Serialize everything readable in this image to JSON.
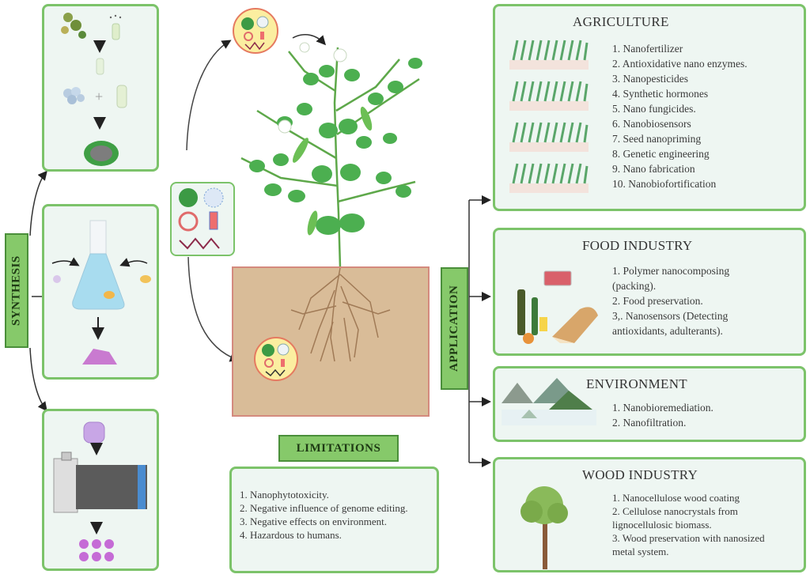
{
  "labels": {
    "synthesis": "SYNTHESIS",
    "application": "APPLICATION",
    "limitations": "LIMITATIONS"
  },
  "synthesis_panels": [
    {
      "name": "biological-synthesis",
      "steps": [
        "plant-extract",
        "salt-solution",
        "mixing",
        "nanoparticle"
      ]
    },
    {
      "name": "chemical-synthesis",
      "steps": [
        "reagent",
        "flask",
        "precipitate"
      ]
    },
    {
      "name": "physical-synthesis",
      "steps": [
        "precursor",
        "furnace",
        "nanoparticles"
      ]
    }
  ],
  "center": {
    "plant": "pea-plant",
    "soil": "soil-with-roots",
    "nanoparticle_set": [
      "green-nanoparticle",
      "mesh-nanoparticle",
      "ring-nanoparticle",
      "vial",
      "dna-strand"
    ]
  },
  "applications": {
    "agriculture": {
      "title": "AGRICULTURE",
      "items": [
        "1. Nanofertilizer",
        "2. Antioxidative nano enzymes.",
        "3. Nanopesticides",
        "4. Synthetic hormones",
        "5. Nano fungicides.",
        "6. Nanobiosensors",
        "7. Seed nanopriming",
        "8. Genetic engineering",
        "9. Nano fabrication",
        "10. Nanobiofortification"
      ]
    },
    "food": {
      "title": "FOOD INDUSTRY",
      "items": [
        "1. Polymer nanocomposing (packing).",
        "2. Food preservation.",
        "3,. Nanosensors (Detecting antioxidants, adulterants)."
      ]
    },
    "environment": {
      "title": "ENVIRONMENT",
      "items": [
        "1. Nanobioremediation.",
        "2. Nanofiltration."
      ]
    },
    "wood": {
      "title": "WOOD INDUSTRY",
      "items": [
        "1. Nanocellulose wood coating",
        "2. Cellulose nanocrystals from lignocellulosic biomass.",
        "3. Wood preservation with nanosized metal system."
      ]
    }
  },
  "limitations": {
    "items": [
      "1. Nanophytotoxicity.",
      "2. Negative influence of genome editing.",
      "3. Negative effects on environment.",
      "4. Hazardous to humans."
    ]
  },
  "colors": {
    "panel_border": "#7cc36a",
    "panel_fill": "#eef6f2",
    "label_fill": "#86c96a",
    "soil": "#d9bc98",
    "leaf": "#4caf50"
  }
}
